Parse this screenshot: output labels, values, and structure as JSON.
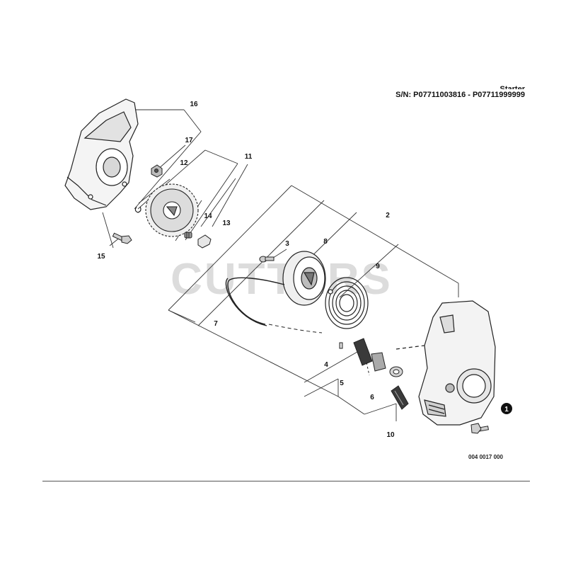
{
  "header": {
    "title": "Starter",
    "serial_range": "S/N: P07711003816 - P07711999999"
  },
  "watermark": "CUTTERS",
  "diagram_code": "004 0017 000",
  "callouts": [
    "1",
    "2",
    "3",
    "4",
    "5",
    "6",
    "7",
    "8",
    "9",
    "10",
    "11",
    "12",
    "13",
    "14",
    "15",
    "16",
    "17"
  ],
  "colors": {
    "line": "#333333",
    "watermark": "#d9d9d9",
    "badge": "#111111"
  }
}
